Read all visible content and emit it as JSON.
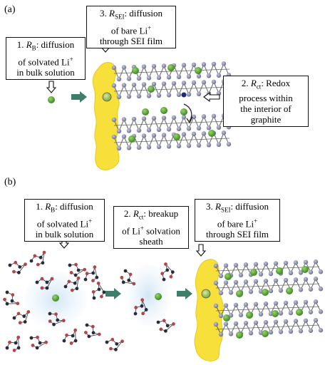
{
  "panel_a": {
    "tag": "(a)",
    "box_rb": {
      "lines": [
        "1. R_B: diffusion",
        "of solvated Li^+",
        "in bulk solution"
      ]
    },
    "box_rsei": {
      "lines": [
        "3. R_SEI: diffusion",
        "of bare Li^+",
        "through SEI film"
      ]
    },
    "box_rct": {
      "lines": [
        "2. R_ct: Redox",
        "process within",
        "the interior of",
        "graphite"
      ]
    }
  },
  "panel_b": {
    "tag": "(b)",
    "box_rb": {
      "lines": [
        "1. R_B: diffusion",
        "of solvated Li^+",
        "in bulk solution"
      ]
    },
    "box_rct": {
      "lines": [
        "2. R_ct: breakup",
        "of Li^+ solvation",
        "sheath"
      ]
    },
    "box_rsei": {
      "lines": [
        "3. R_SEI: diffusion",
        "of bare Li^+",
        "through SEI film"
      ]
    }
  },
  "colors": {
    "sei_yellow": "#f7e03a",
    "li_green": "#4fa030",
    "graphite_atom": "#8d8fae",
    "arrow_teal": "#3f7e6a",
    "solvent_red": "#b0474f",
    "solvent_dark": "#2a2a3a",
    "halo_blue": "#cfe4f4"
  }
}
